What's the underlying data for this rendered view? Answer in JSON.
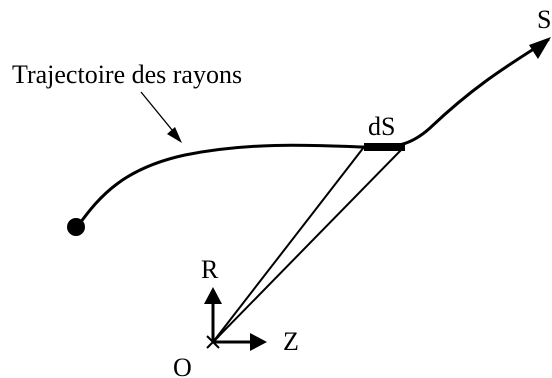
{
  "labels": {
    "trajectory": "Trajectoire des rayons",
    "element": "dS",
    "end_point": "S",
    "axis_r": "R",
    "axis_z": "Z",
    "origin": "O"
  },
  "colors": {
    "ink": "#000000",
    "background": "#ffffff"
  }
}
